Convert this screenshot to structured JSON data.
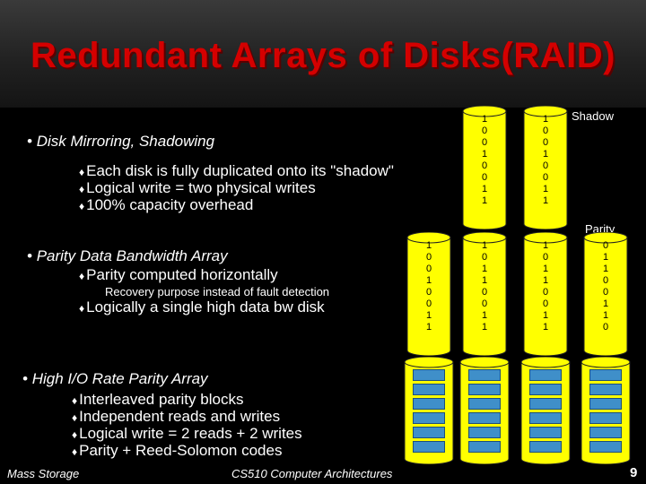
{
  "title": "Redundant Arrays of Disks(RAID)",
  "sections": [
    {
      "heading": "Disk Mirroring, Shadowing",
      "bullets": [
        "Each disk is fully duplicated onto its \"shadow\"",
        "Logical write = two physical writes",
        "100% capacity overhead"
      ]
    },
    {
      "heading": "Parity Data Bandwidth Array",
      "bullets": [
        "Parity computed horizontally",
        "Recovery purpose instead of fault detection",
        "Logically a single high data bw disk"
      ]
    },
    {
      "heading": "High I/O Rate Parity Array",
      "bullets": [
        "Interleaved parity blocks",
        "Independent reads and writes",
        "Logical write = 2 reads + 2 writes",
        "Parity + Reed-Solomon codes"
      ]
    }
  ],
  "labels": {
    "shadow": "Shadow",
    "parity": "Parity"
  },
  "mirror_disks": [
    [
      "1",
      "0",
      "0",
      "1",
      "0",
      "0",
      "1",
      "1"
    ],
    [
      "1",
      "0",
      "0",
      "1",
      "0",
      "0",
      "1",
      "1"
    ]
  ],
  "parity_disks": [
    [
      "1",
      "0",
      "0",
      "1",
      "0",
      "0",
      "1",
      "1"
    ],
    [
      "1",
      "0",
      "1",
      "1",
      "0",
      "0",
      "1",
      "1"
    ],
    [
      "1",
      "0",
      "1",
      "1",
      "0",
      "0",
      "1",
      "1"
    ],
    [
      "0",
      "1",
      "1",
      "0",
      "0",
      "1",
      "1",
      "0"
    ]
  ],
  "footer": {
    "left": "Mass Storage",
    "center": "CS510 Computer Architectures",
    "page": "9"
  },
  "colors": {
    "title": "#d40000",
    "disk": "#ffff00",
    "block": "#3f8fc9"
  }
}
